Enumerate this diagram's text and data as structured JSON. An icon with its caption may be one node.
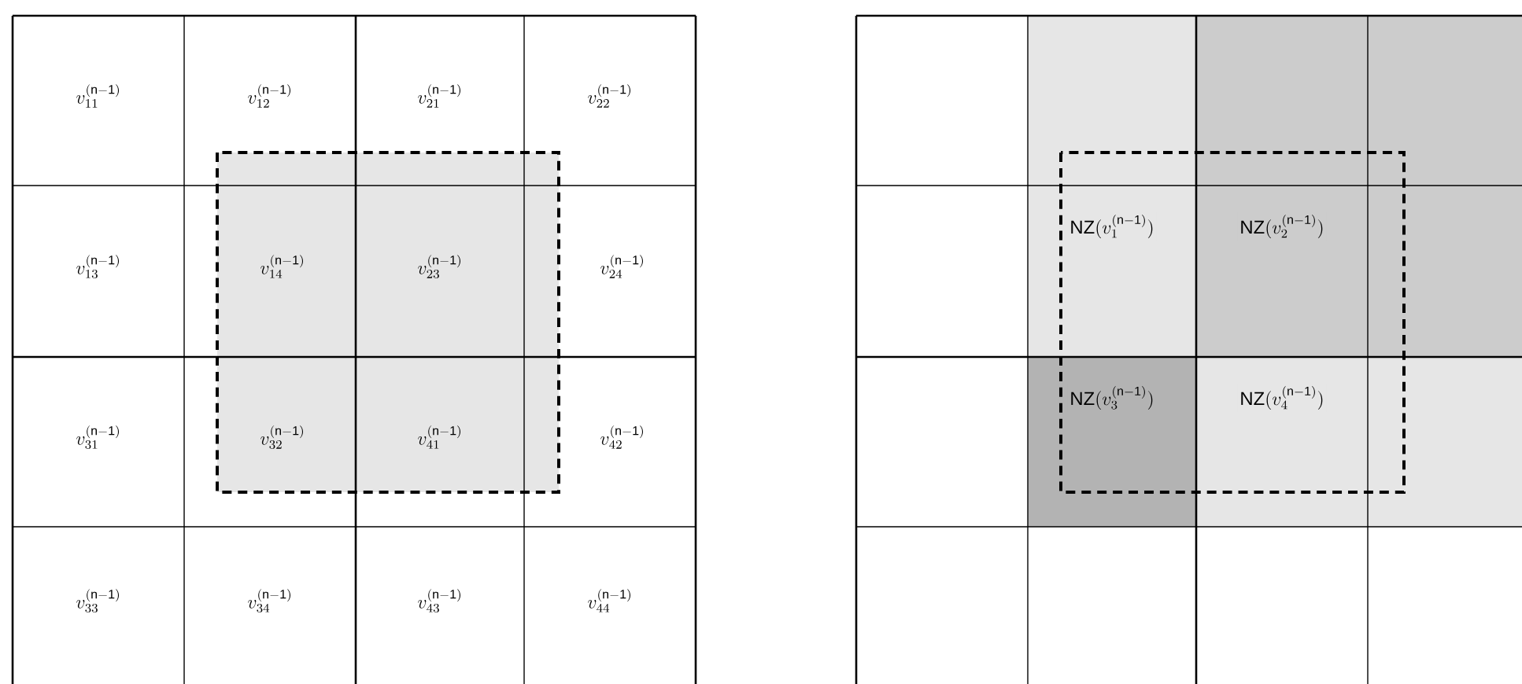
{
  "diagram": {
    "labels": [
      "v_{11}^{\\mathrm{(n-1)}}",
      "v_{12}^{\\mathrm{(n-1)}}",
      "v_{21}^{\\mathrm{(n-1)}}",
      "v_{22}^{\\mathrm{(n-1)}}",
      "v_{13}^{\\mathrm{(n-1)}}",
      "v_{14}^{\\mathrm{(n-1)}}",
      "v_{23}^{\\mathrm{(n-1)}}",
      "v_{24}^{\\mathrm{(n-1)}}",
      "v_{31}^{\\mathrm{(n-1)}}",
      "v_{32}^{\\mathrm{(n-1)}}",
      "v_{41}^{\\mathrm{(n-1)}}",
      "v_{42}^{\\mathrm{(n-1)}}",
      "v_{33}^{\\mathrm{(n-1)}}",
      "v_{34}^{\\mathrm{(n-1)}}",
      "v_{43}^{\\mathrm{(n-1)}}",
      "v_{44}^{\\mathrm{(n-1)}}",
      "\\mathrm{NZ}(v_{1}^{\\mathrm{(n-1)}})",
      "\\mathrm{NZ}(v_{2}^{\\mathrm{(n-1)}})",
      "\\mathrm{NZ}(v_{3}^{\\mathrm{(n-1)}})",
      "\\mathrm{NZ}(v_{4}^{\\mathrm{(n-1)}})"
    ]
  }
}
